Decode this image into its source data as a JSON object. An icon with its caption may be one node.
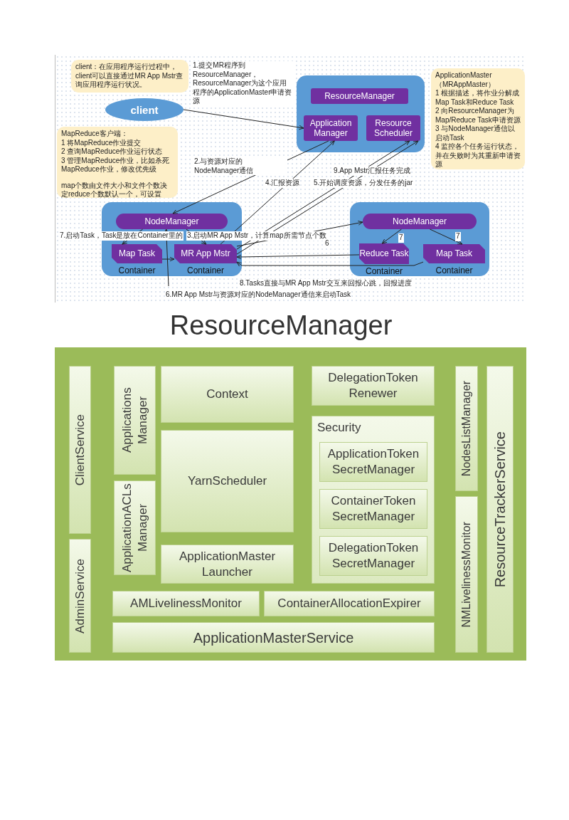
{
  "diagram": {
    "nodes": [
      {
        "text": [
          "client"
        ]
      },
      {
        "text": [
          "client：在应用程序运行过程中，client可以直接通过MR App Mstr查询应用程序运行状况。"
        ]
      },
      {
        "text": [
          "MapReduce客户端：",
          "1 将MapReduce作业提交",
          "2 查询MapReduce作业运行状态",
          "3 管理MapReduce作业，比如杀死MapReduce作业，修改优先级",
          "map个数由文件大小和文件个数决定reduce个数默认一个，可设置"
        ]
      },
      {
        "text": [],
        "shape": "box"
      },
      {
        "text": [
          "ResourceManager"
        ],
        "in": 3
      },
      {
        "text": [
          "Application Manager"
        ],
        "in": 3
      },
      {
        "text": [
          "Resource Scheduler"
        ],
        "in": 3
      },
      {
        "text": [
          "ApplicationMaster（MRAppMaster）",
          "1 根据描述，将作业分解成Map Task和Reduce Task",
          "2 向ResourceManager为Map/Reduce Task申请资源",
          "3 与NodeManager通信以启动Task",
          "4 监控各个任务运行状态，并在失败时为其重新申请资源"
        ]
      },
      {
        "text": [],
        "shape": "box"
      },
      {
        "text": [
          "NodeManager"
        ],
        "in": 8
      },
      {
        "text": [
          "Map Task"
        ],
        "in": 8,
        "beside": [
          "Container"
        ]
      },
      {
        "text": [
          "MR App Mstr"
        ],
        "in": 8,
        "beside": [
          "Container"
        ]
      },
      {
        "text": [],
        "shape": "box"
      },
      {
        "text": [
          "NodeManager"
        ],
        "in": 12
      },
      {
        "text": [
          "Reduce Task"
        ],
        "in": 12,
        "beside": [
          "Container"
        ]
      },
      {
        "text": [
          "Map Task"
        ],
        "in": 12,
        "beside": [
          "Container"
        ]
      },
      {
        "text": [],
        "shape": "box"
      },
      {
        "text": [
          "ClientService"
        ],
        "in": 16
      },
      {
        "text": [
          "AdminService"
        ],
        "in": 16
      },
      {
        "text": [
          "Applications Manager"
        ],
        "in": 16
      },
      {
        "text": [
          "ApplicationACLs Manager"
        ],
        "in": 16
      },
      {
        "text": [
          "Context"
        ],
        "in": 16
      },
      {
        "text": [
          "YarnScheduler"
        ],
        "in": 16
      },
      {
        "text": [
          "ApplicationMaster Launcher"
        ],
        "in": 16
      },
      {
        "text": [
          "DelegationToken Renewer"
        ],
        "in": 16
      },
      {
        "text": [
          "Security"
        ],
        "in": 16
      },
      {
        "text": [
          "ApplicationToken SecretManager"
        ],
        "in": 25
      },
      {
        "text": [
          "ContainerToken SecretManager"
        ],
        "in": 25
      },
      {
        "text": [
          "DelegationToken SecretManager"
        ],
        "in": 25
      },
      {
        "text": [
          "NodesListManager"
        ],
        "in": 16
      },
      {
        "text": [
          "NMLivelinessMonitor"
        ],
        "in": 16
      },
      {
        "text": [
          "ResourceTrackerService"
        ],
        "in": 16
      },
      {
        "text": [
          "AMLivelinessMonitor"
        ],
        "in": 16
      },
      {
        "text": [
          "ContainerAllocationExpirer"
        ],
        "in": 16
      },
      {
        "text": [
          "ApplicationMasterService"
        ],
        "in": 16
      }
    ],
    "edges": [
      {
        "from": 0,
        "to": 5,
        "arrow": "to",
        "label": "1.提交MR程序到ResourceManager，ResourceManager为这个应用程序的ApplicationMaster申请资源"
      },
      {
        "from": 5,
        "to": 9,
        "arrow": "to",
        "label": "2.与资源对应的NodeManager通信"
      },
      {
        "from": 9,
        "to": 11,
        "arrow": "to",
        "label": "3.启动MR App Mstr，计算map所需节点个数"
      },
      {
        "from": 11,
        "to": 5,
        "arrow": "to",
        "label": "4.汇报资源"
      },
      {
        "from": 11,
        "to": 6,
        "arrow": "to",
        "label": "5.开始调度资源，分发任务的jar"
      },
      {
        "from": 11,
        "to": 6,
        "arrow": "to",
        "label": "9.App Mstr汇报任务完成"
      },
      {
        "from": 11,
        "to": 13,
        "arrow": "to",
        "label": "6"
      },
      {
        "from": 9,
        "to": 10,
        "arrow": "to",
        "label": "7.启动Task，Task是放在Container里的"
      },
      {
        "from": null,
        "to": 9,
        "arrow": "to",
        "label": "6.MR App Mstr与资源对应的NodeManager通信来启动Task"
      },
      {
        "from": 13,
        "to": 14,
        "arrow": "to",
        "label": "7"
      },
      {
        "from": 13,
        "to": 15,
        "arrow": "to",
        "label": "7"
      },
      {
        "from": 14,
        "to": 11,
        "arrow": "to",
        "label": "8.Tasks直接与MR App Mstr交互来回报心跳，回报进度"
      },
      {
        "from": 15,
        "to": 11,
        "arrow": "to"
      },
      {
        "from": 10,
        "to": 11,
        "arrow": "to"
      }
    ],
    "labels": [
      "ResourceManager"
    ]
  }
}
